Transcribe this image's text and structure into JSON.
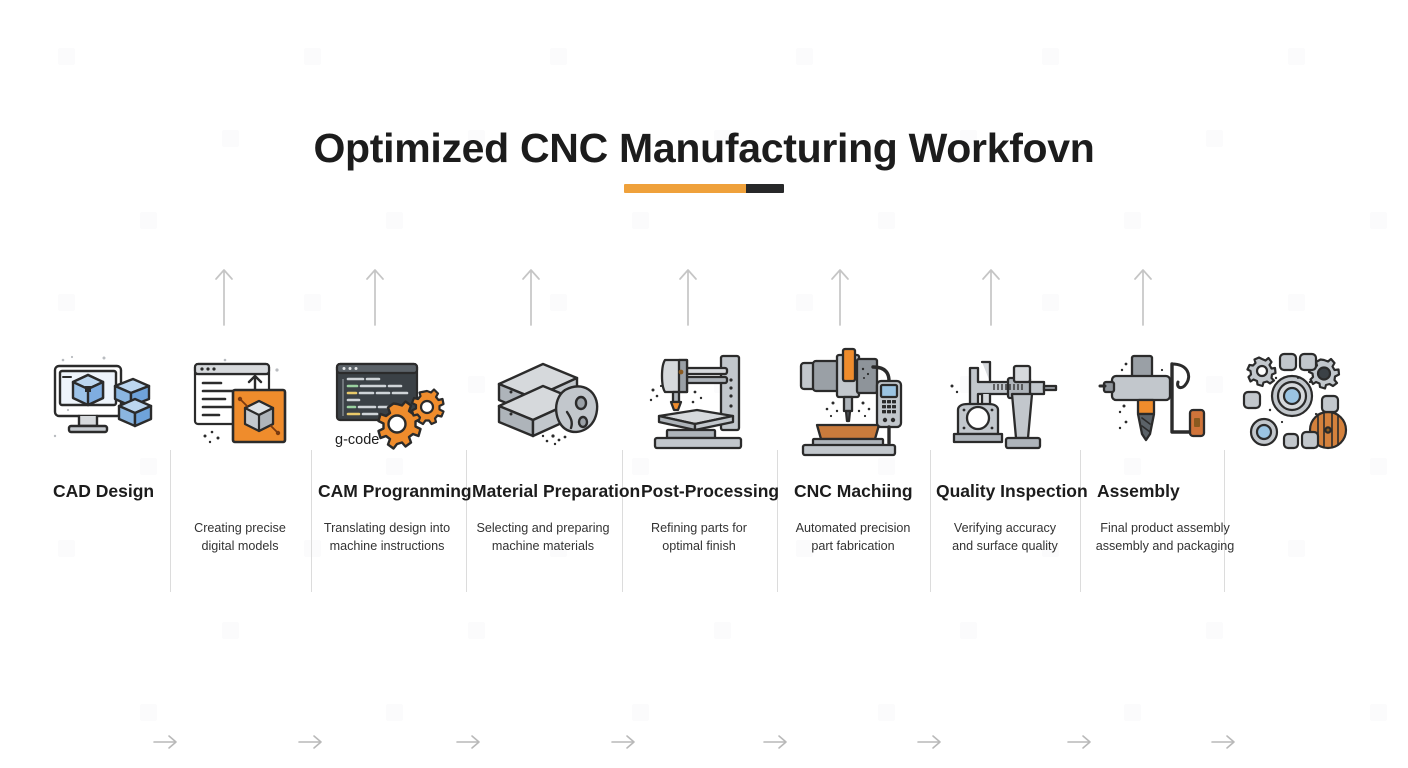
{
  "header": {
    "title": "Optimized CNC Manufacturing Workfovn",
    "accent_color_primary": "#EFA13B",
    "accent_color_secondary": "#272829"
  },
  "palette": {
    "outline": "#2b2b2b",
    "metal_light": "#d6d9dc",
    "metal_mid": "#aeb4ba",
    "metal_dark": "#878d94",
    "blue_light": "#bcd6ef",
    "blue_mid": "#8bb6e0",
    "orange": "#EF8C2C",
    "orange_light": "#F5A84E",
    "arrow_gray": "#b9b9b9",
    "divider_gray": "#dcdcdc",
    "text_dark": "#1c1c1c",
    "text_body": "#333333"
  },
  "flow": {
    "steps": [
      {
        "index": 1,
        "icon": "cad-monitor-cube-icon",
        "title": "CAD Design",
        "description": ""
      },
      {
        "index": 2,
        "icon": "document-cube-export-icon",
        "title": "",
        "description": "Creating precise\ndigital models"
      },
      {
        "index": 3,
        "icon": "gcode-editor-gears-icon",
        "title": "CAM Progranming",
        "description": "Translating design into\nmachine instructions",
        "inline_label": "g-code"
      },
      {
        "index": 4,
        "icon": "metal-billets-icon",
        "title": "Material Preparation",
        "description": "Selecting and preparing\nmachine materials"
      },
      {
        "index": 5,
        "icon": "cnc-gantry-machine-icon",
        "title": "Post-Processing",
        "description": "Refining parts for\noptimal finish"
      },
      {
        "index": 6,
        "icon": "cnc-mill-pendant-icon",
        "title": "CNC Machiing",
        "description": "Automated precision\npart fabrication"
      },
      {
        "index": 7,
        "icon": "caliper-measurement-icon",
        "title": "Quality Inspection",
        "description": "Verifying accuracy\nand surface quality"
      },
      {
        "index": 8,
        "icon": "drill-spindle-icon",
        "title": "Assembly",
        "description": "Final product assembly\nassembly and packaging"
      },
      {
        "index": 9,
        "icon": "assembled-parts-icon",
        "title": "",
        "description": ""
      }
    ],
    "connector_icon": "arrow-right-icon",
    "riser_icon": "arrow-up-icon"
  }
}
